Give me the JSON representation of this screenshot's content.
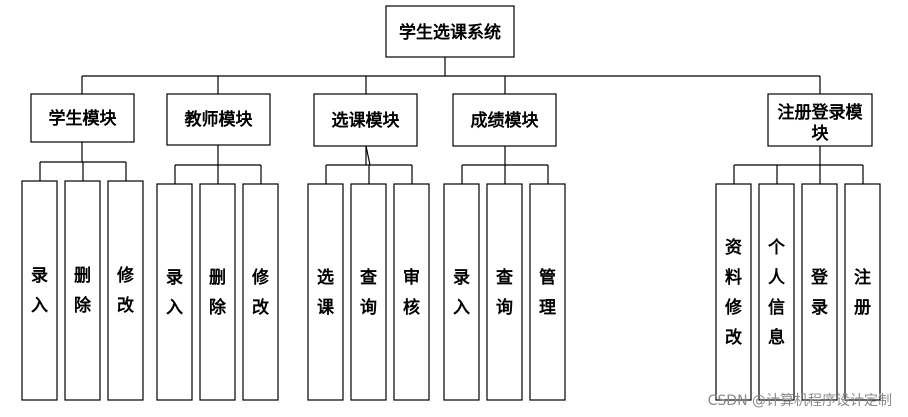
{
  "diagram": {
    "root": {
      "label": "学生选课系统"
    },
    "modules": [
      {
        "label": "学生模块",
        "children": [
          "录入",
          "删除",
          "修改"
        ]
      },
      {
        "label": "教师模块",
        "children": [
          "录入",
          "删除",
          "修改"
        ]
      },
      {
        "label": "选课模块",
        "children": [
          "选课",
          "查询",
          "审核"
        ]
      },
      {
        "label": "成绩模块",
        "children": [
          "录入",
          "查询",
          "管理"
        ]
      },
      {
        "label": "注册登录模块",
        "children": [
          "资料修改",
          "个人信息",
          "登录",
          "注册"
        ]
      }
    ]
  },
  "watermark": {
    "text": "CSDN @计算机程序设计定制"
  }
}
